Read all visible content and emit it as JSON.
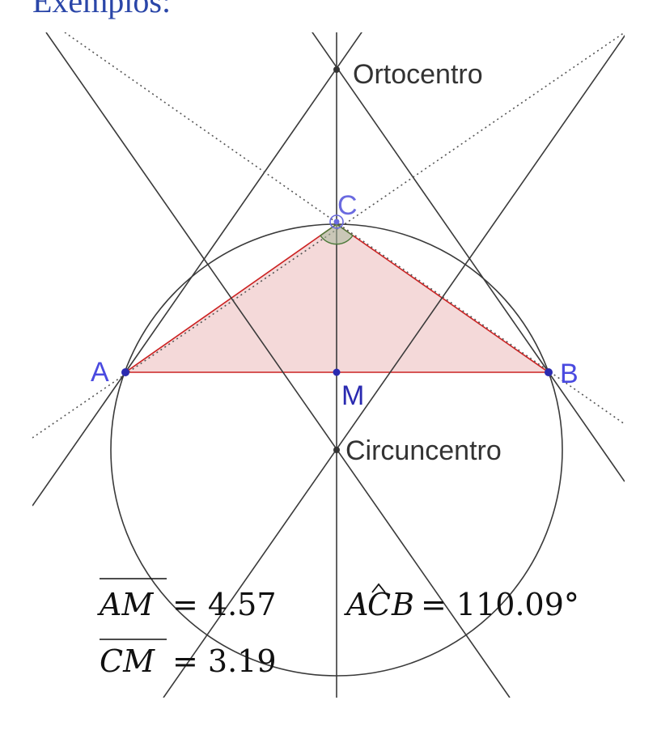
{
  "heading": "Exemplos:",
  "points": {
    "A": "A",
    "B": "B",
    "C": "C",
    "M": "M",
    "orthocenter": "Ortocentro",
    "circumcenter": "Circuncentro"
  },
  "measures": {
    "am_segment": "AM",
    "am_value": "= 4.57",
    "cm_segment": "CM",
    "cm_value": "= 3.19",
    "angle_name_left": "A",
    "angle_name_vertex": "C",
    "angle_name_right": "B",
    "angle_value": "= 110.09°"
  },
  "colors": {
    "heading": "#2a46a8",
    "line": "#3a3a3a",
    "triangle_fill": "#f4d9d9",
    "triangle_edge": "#cc2222",
    "point": "#2a2ab0",
    "point_label": "#4a4ae0",
    "angle_arc": "#4c7a3a"
  }
}
